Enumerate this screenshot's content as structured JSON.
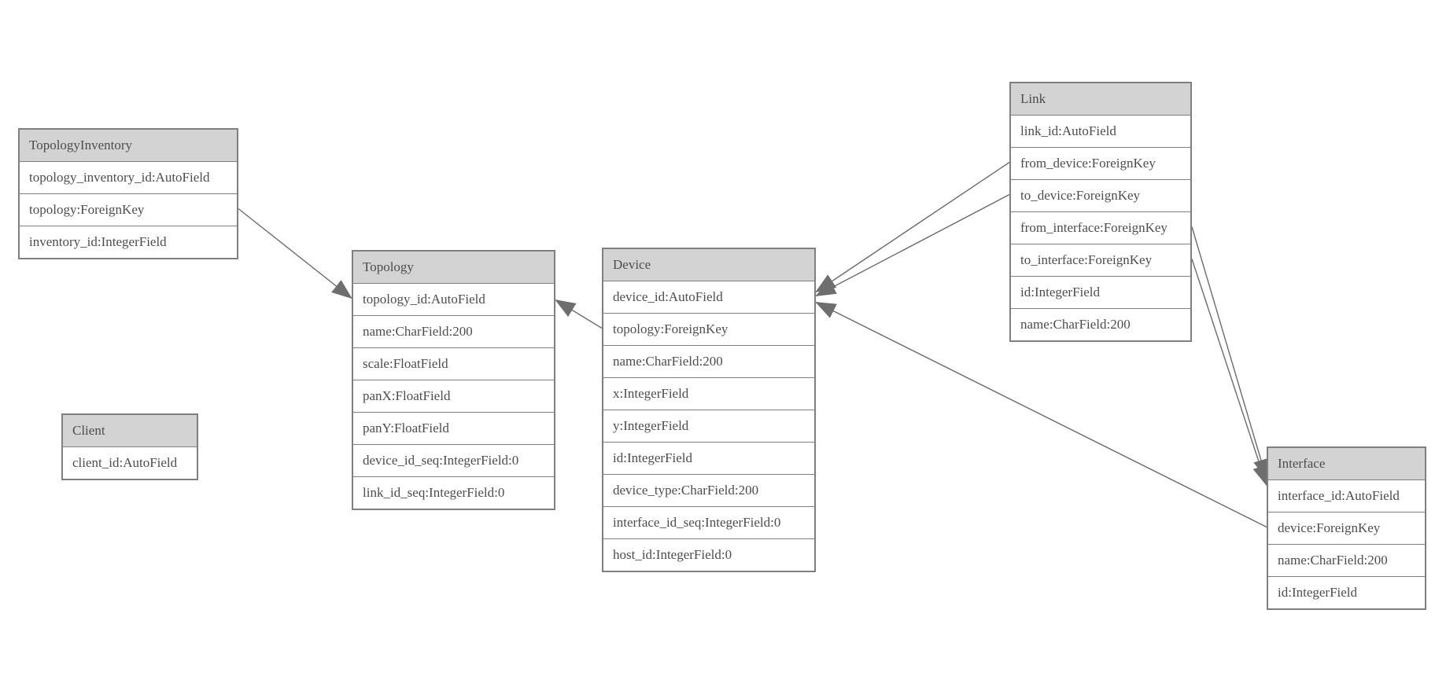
{
  "diagram": {
    "colors": {
      "header_fill": "#d3d3d3",
      "border": "#7f7f7f",
      "text": "#4d4d4d",
      "line": "#6b6b6b",
      "arrow": "#6e6e6e",
      "background": "#ffffff"
    },
    "tables": [
      {
        "name": "TopologyInventory",
        "fields": [
          "topology_inventory_id:AutoField",
          "topology:ForeignKey",
          "inventory_id:IntegerField"
        ]
      },
      {
        "name": "Topology",
        "fields": [
          "topology_id:AutoField",
          "name:CharField:200",
          "scale:FloatField",
          "panX:FloatField",
          "panY:FloatField",
          "device_id_seq:IntegerField:0",
          "link_id_seq:IntegerField:0"
        ]
      },
      {
        "name": "Client",
        "fields": [
          "client_id:AutoField"
        ]
      },
      {
        "name": "Device",
        "fields": [
          "device_id:AutoField",
          "topology:ForeignKey",
          "name:CharField:200",
          "x:IntegerField",
          "y:IntegerField",
          "id:IntegerField",
          "device_type:CharField:200",
          "interface_id_seq:IntegerField:0",
          "host_id:IntegerField:0"
        ]
      },
      {
        "name": "Link",
        "fields": [
          "link_id:AutoField",
          "from_device:ForeignKey",
          "to_device:ForeignKey",
          "from_interface:ForeignKey",
          "to_interface:ForeignKey",
          "id:IntegerField",
          "name:CharField:200"
        ]
      },
      {
        "name": "Interface",
        "fields": [
          "interface_id:AutoField",
          "device:ForeignKey",
          "name:CharField:200",
          "id:IntegerField"
        ]
      }
    ],
    "connections": [
      {
        "from_table": "TopologyInventory",
        "from_field": "topology",
        "from_side": "right",
        "to_table": "Topology",
        "to_field": "topology_id",
        "to_side": "left"
      },
      {
        "from_table": "Device",
        "from_field": "topology",
        "from_side": "left",
        "to_table": "Topology",
        "to_field": "topology_id",
        "to_side": "right"
      },
      {
        "from_table": "Link",
        "from_field": "from_device",
        "from_side": "left",
        "to_table": "Device",
        "to_field": "device_id",
        "to_side": "right"
      },
      {
        "from_table": "Link",
        "from_field": "to_device",
        "from_side": "left",
        "to_table": "Device",
        "to_field": "device_id",
        "to_side": "right"
      },
      {
        "from_table": "Interface",
        "from_field": "device",
        "from_side": "left",
        "to_table": "Device",
        "to_field": "device_id",
        "to_side": "right"
      },
      {
        "from_table": "Link",
        "from_field": "from_interface",
        "from_side": "right",
        "to_table": "Interface",
        "to_field": "interface_id",
        "to_side": "left"
      },
      {
        "from_table": "Link",
        "from_field": "to_interface",
        "from_side": "right",
        "to_table": "Interface",
        "to_field": "interface_id",
        "to_side": "left"
      }
    ]
  }
}
